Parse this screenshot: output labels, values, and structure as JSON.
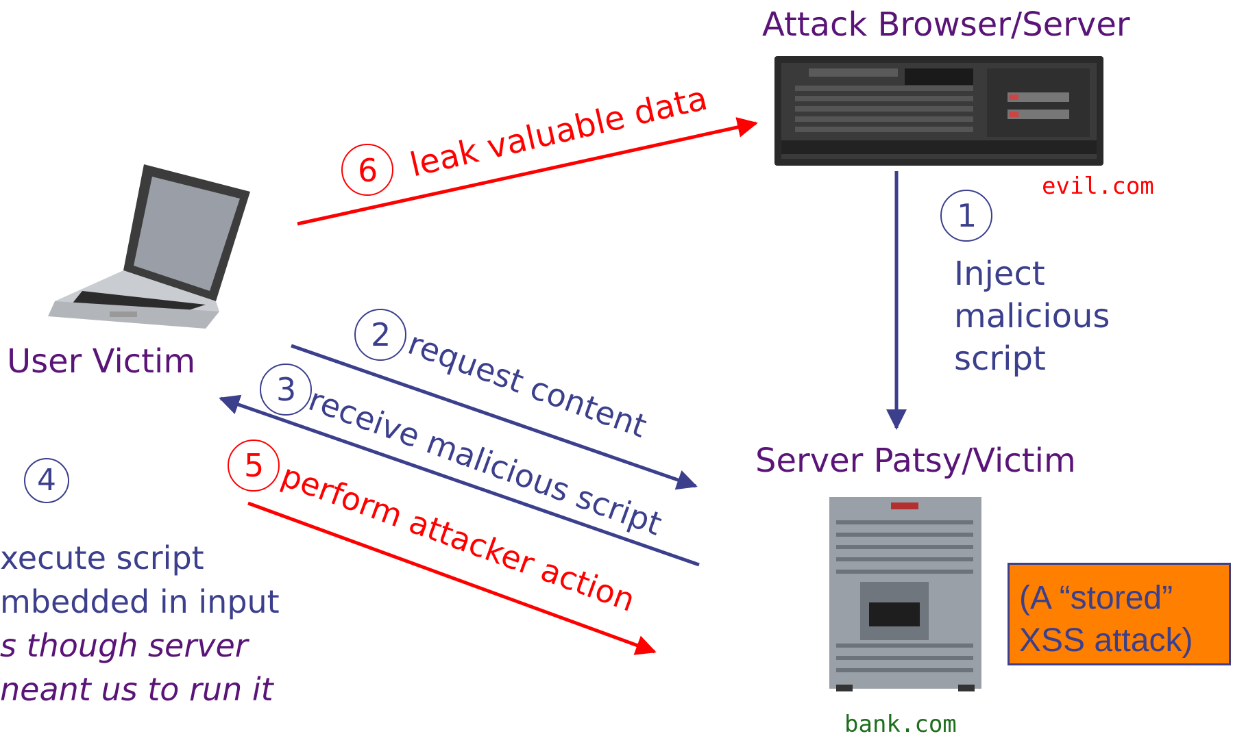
{
  "nodes": {
    "attacker": {
      "title": "Attack Browser/Server",
      "domain": "evil.com"
    },
    "victim_user": {
      "title": "User Victim"
    },
    "server": {
      "title": "Server Patsy/Victim",
      "domain": "bank.com"
    }
  },
  "steps": {
    "s1": {
      "num": "1",
      "lines": [
        "Inject",
        "malicious",
        "script"
      ]
    },
    "s2": {
      "num": "2",
      "label": "request content"
    },
    "s3": {
      "num": "3",
      "label": "receive malicious script"
    },
    "s4": {
      "num": "4",
      "lines": [
        "xecute script",
        "mbedded in input",
        "s though server",
        "neant us to run it"
      ]
    },
    "s5": {
      "num": "5",
      "label": "perform attacker action"
    },
    "s6": {
      "num": "6",
      "label": "leak valuable data"
    }
  },
  "note": {
    "lines": [
      "(A “stored”",
      "XSS attack)"
    ]
  },
  "colors": {
    "purple": "#5a1478",
    "navy": "#3b3f8c",
    "red": "#ff0000",
    "note_fill": "#ff8000",
    "note_border": "#3b3f8c"
  }
}
